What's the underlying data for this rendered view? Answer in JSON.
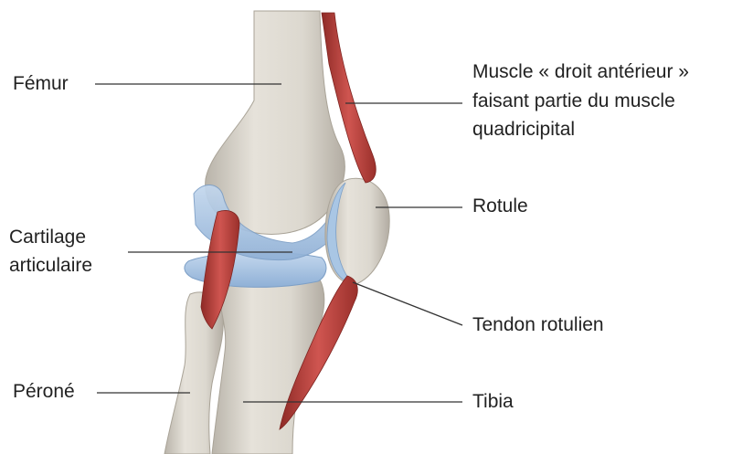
{
  "colors": {
    "bone": "#dedad2",
    "bone_shadow": "#b9b4aa",
    "cartilage": "#a9c6e4",
    "cartilage_dark": "#8fb0d6",
    "muscle": "#c2413c",
    "muscle_dark": "#8e2a26",
    "leader_line": "#333333",
    "label_text": "#222222"
  },
  "labels": {
    "femur": "Fémur",
    "muscle_line1": "Muscle « droit antérieur »",
    "muscle_line2": "faisant partie du muscle",
    "muscle_line3": "quadricipital",
    "rotule": "Rotule",
    "cartilage_line1": "Cartilage",
    "cartilage_line2": "articulaire",
    "tendon": "Tendon rotulien",
    "perone": "Péroné",
    "tibia": "Tibia"
  }
}
